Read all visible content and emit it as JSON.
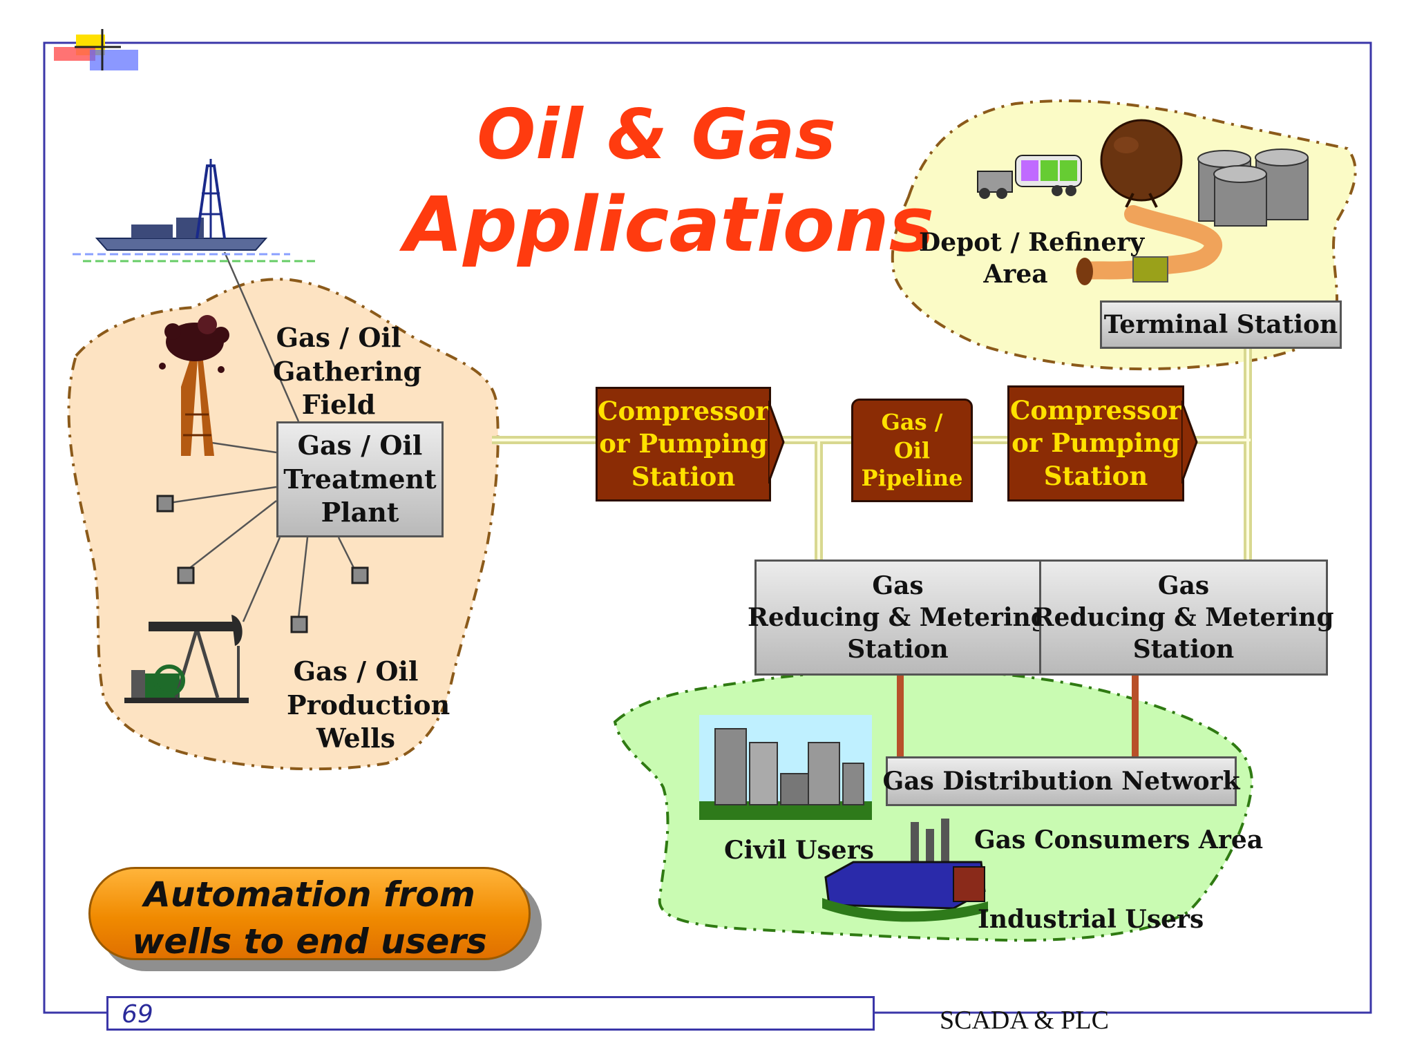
{
  "title": {
    "line1": "Oil & Gas",
    "line2": "Applications"
  },
  "colors": {
    "accent_title": "#ff3b0f",
    "field_beige": "#fde3c2",
    "depot_yellow": "#fbfbc6",
    "consumer_green": "#c9fbb2",
    "station_brown": "#8b2c05",
    "station_text": "#ffe100",
    "pipe": "#e9e9a0",
    "frame": "#3a36a8"
  },
  "labels": {
    "gathering_field": [
      "Gas / Oil",
      "Gathering",
      "Field"
    ],
    "production_wells": [
      "Gas / Oil",
      "Production",
      "Wells"
    ],
    "depot_refinery": [
      "Depot / Refinery",
      "Area"
    ],
    "civil_users": "Civil  Users",
    "gas_consumers": "Gas  Consumers  Area",
    "industrial_users": "Industrial  Users"
  },
  "boxes": {
    "treatment_plant": [
      "Gas / Oil",
      "Treatment",
      "Plant"
    ],
    "compressor_1": [
      "Compressor",
      "or Pumping",
      "Station"
    ],
    "pipeline": [
      "Gas /",
      "Oil",
      "Pipeline"
    ],
    "compressor_2": [
      "Compressor",
      "or Pumping",
      "Station"
    ],
    "terminal_station": "Terminal  Station",
    "reducing_1": [
      "Gas",
      "Reducing & Metering",
      "Station"
    ],
    "reducing_2": [
      "Gas",
      "Reducing & Metering",
      "Station"
    ],
    "distribution_network": "Gas  Distribution  Network"
  },
  "banner": {
    "line1": "Automation from",
    "line2": "wells  to  end users"
  },
  "footer": {
    "page_number": "69",
    "course": "SCADA & PLC"
  }
}
